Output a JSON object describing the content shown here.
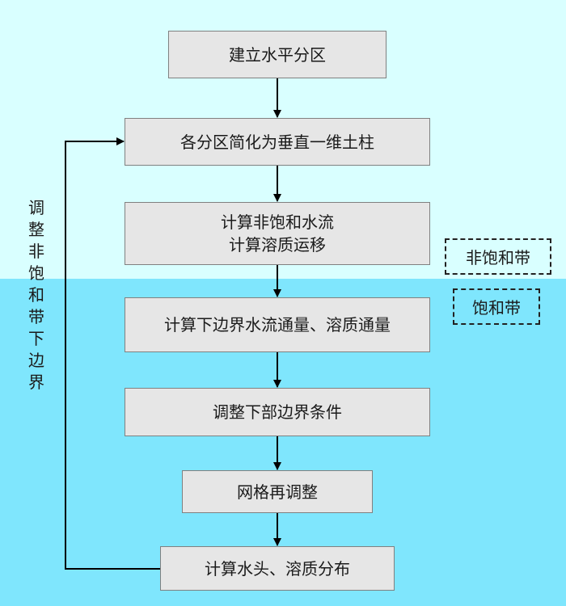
{
  "colors": {
    "unsaturated_zone_bg": "#D9FFFF",
    "saturated_zone_bg": "#7FE6FD",
    "box_fill": "#E6E6E6",
    "box_border": "#808080",
    "arrow": "#000000"
  },
  "flowchart": {
    "steps": [
      {
        "lines": [
          "建立水平分区"
        ]
      },
      {
        "lines": [
          "各分区简化为垂直一维土柱"
        ]
      },
      {
        "lines": [
          "计算非饱和水流",
          "计算溶质运移"
        ]
      },
      {
        "lines": [
          "计算下边界水流通量、溶质通量"
        ]
      },
      {
        "lines": [
          "调整下部边界条件"
        ]
      },
      {
        "lines": [
          "网格再调整"
        ]
      },
      {
        "lines": [
          "计算水头、溶质分布"
        ]
      }
    ],
    "feedback_label": "调整非饱和带下边界",
    "feedback_from_step": 7,
    "feedback_to_step": 2
  },
  "zones": {
    "unsaturated_label": "非饱和带",
    "saturated_label": "饱和带"
  }
}
